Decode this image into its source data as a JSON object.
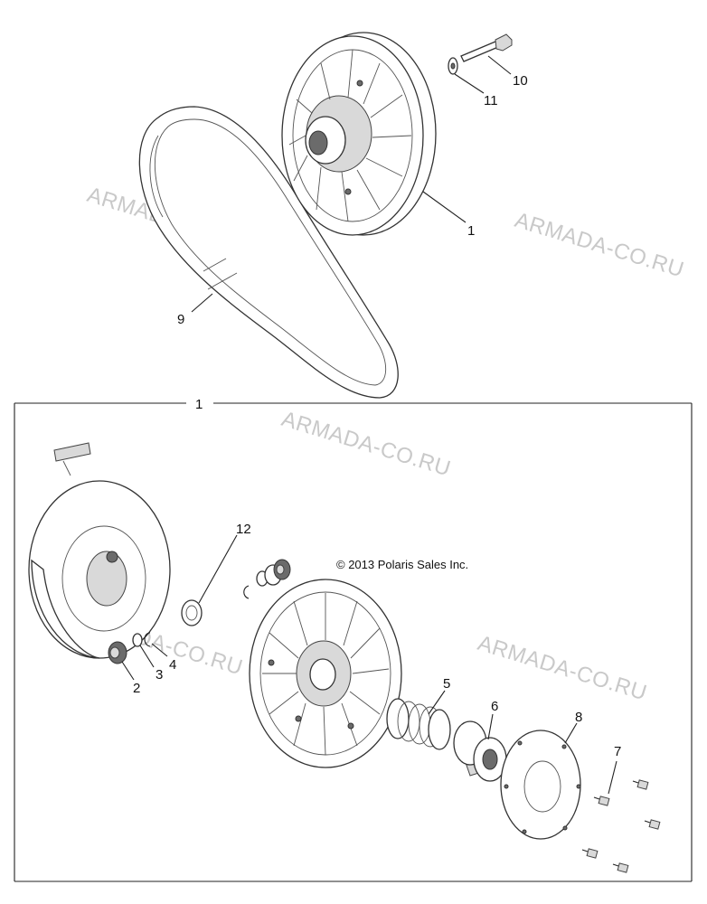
{
  "copyright": "© 2013 Polaris Sales Inc.",
  "watermarks": [
    "ARMADA-CO.RU",
    "ARMADA-CO.RU",
    "ARMADA-CO.RU",
    "ARMADA-CO.RU",
    "ARMADA-CO.RU"
  ],
  "callouts": {
    "c1_top": "1",
    "c1_box": "1",
    "c2": "2",
    "c3": "3",
    "c4": "4",
    "c5": "5",
    "c6": "6",
    "c7": "7",
    "c8": "8",
    "c9": "9",
    "c10": "10",
    "c11": "11",
    "c12": "12"
  }
}
